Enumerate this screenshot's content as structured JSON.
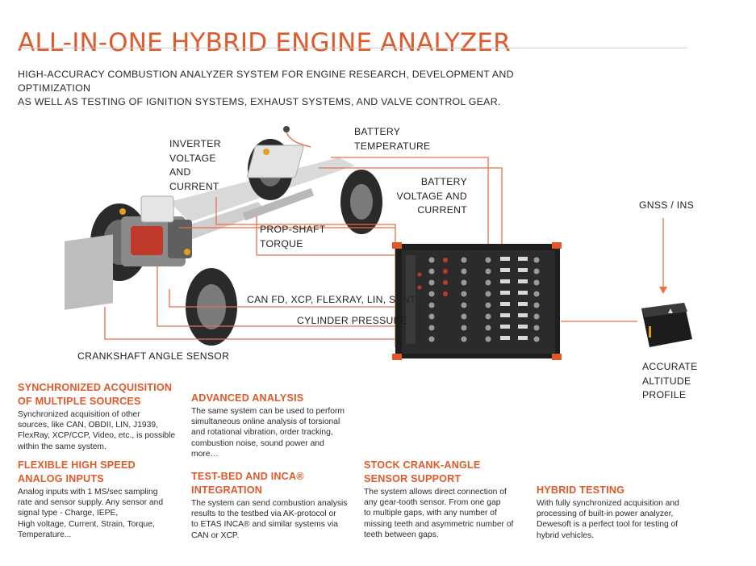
{
  "title": "ALL-IN-ONE HYBRID ENGINE ANALYZER",
  "subtitle_lines": [
    "HIGH-ACCURACY COMBUSTION ANALYZER SYSTEM FOR ENGINE RESEARCH, DEVELOPMENT AND OPTIMIZATION",
    "AS WELL AS TESTING OF IGNITION SYSTEMS, EXHAUST SYSTEMS, AND VALVE CONTROL GEAR."
  ],
  "labels": {
    "inverter": [
      "INVERTER",
      "VOLTAGE",
      "AND",
      "CURRENT"
    ],
    "battery_temp": [
      "BATTERY",
      "TEMPERATURE"
    ],
    "battery_voltage": [
      "BATTERY",
      "VOLTAGE AND",
      "CURRENT"
    ],
    "prop_shaft": [
      "PROP-SHAFT",
      "TORQUE"
    ],
    "can": "CAN FD, XCP, FLEXRAY, LIN, SENT",
    "cylinder": "CYLINDER PRESSURE",
    "crankshaft": "CRANKSHAFT ANGLE SENSOR",
    "gnss": "GNSS / INS",
    "altitude": [
      "ACCURATE",
      "ALTITUDE",
      "PROFILE"
    ]
  },
  "features": {
    "sync": {
      "heading": [
        "SYNCHRONIZED ACQUISITION",
        "OF MULTIPLE SOURCES"
      ],
      "body": [
        "Synchronized acquisition of other",
        "sources, like CAN, OBDII, LIN, J1939,",
        "FlexRay, XCP/CCP, Video, etc., is possible",
        "within the same system."
      ]
    },
    "analog": {
      "heading": [
        "FLEXIBLE HIGH SPEED",
        "ANALOG INPUTS"
      ],
      "body": [
        "Analog inputs with 1 MS/sec sampling",
        "rate and sensor supply. Any sensor and",
        "signal type - Charge, IEPE,",
        "High voltage, Current, Strain, Torque,",
        "Temperature..."
      ]
    },
    "advanced": {
      "heading": [
        "ADVANCED ANALYSIS"
      ],
      "body": [
        "The same system can be used to perform",
        "simultaneous online analysis of torsional",
        "and rotational vibration, order tracking,",
        "combustion noise, sound power and",
        "more…"
      ]
    },
    "testbed": {
      "heading": [
        "TEST-BED AND INCA®",
        "INTEGRATION"
      ],
      "body": [
        "The system can send combustion analysis",
        "results to the testbed via AK-protocol or",
        "to ETAS INCA® and similar systems via",
        "CAN or XCP."
      ]
    },
    "crank": {
      "heading": [
        "STOCK CRANK-ANGLE",
        "SENSOR SUPPORT"
      ],
      "body": [
        "The system allows direct connection of",
        "any gear-tooth sensor. From one gap",
        "to multiple gaps, with any number of",
        "missing teeth and asymmetric number of",
        "teeth between gaps."
      ]
    },
    "hybrid": {
      "heading": [
        "HYBRID TESTING"
      ],
      "body": [
        "With fully synchronized acquisition and",
        "processing of built-in power analyzer,",
        "Dewesoft is a perfect tool for testing of",
        "hybrid vehicles."
      ]
    }
  },
  "colors": {
    "accent": "#e0592a",
    "line": "#e8704a"
  }
}
